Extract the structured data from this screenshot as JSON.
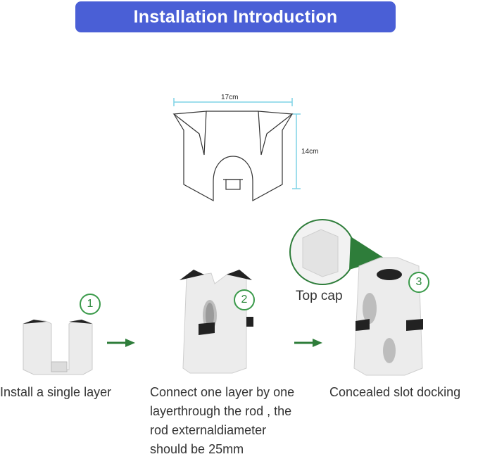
{
  "header": {
    "title": "Installation Introduction"
  },
  "dimensions": {
    "width_label": "17cm",
    "height_label": "14cm"
  },
  "steps": [
    {
      "number": "1",
      "caption_lines": [
        "Install a single layer"
      ]
    },
    {
      "number": "2",
      "caption_lines": [
        "Connect one layer by one",
        "layerthrough the rod , the",
        "rod externaldiameter",
        "should be 25mm"
      ]
    },
    {
      "number": "3",
      "caption_lines": [
        "Concealed slot docking"
      ]
    }
  ],
  "callout": {
    "label": "Top cap"
  },
  "colors": {
    "title_bg": "#4a5fd6",
    "dimension_line": "#7fd3e6",
    "arrow": "#2e7d3a",
    "step_circle": "#3a9a4a"
  }
}
